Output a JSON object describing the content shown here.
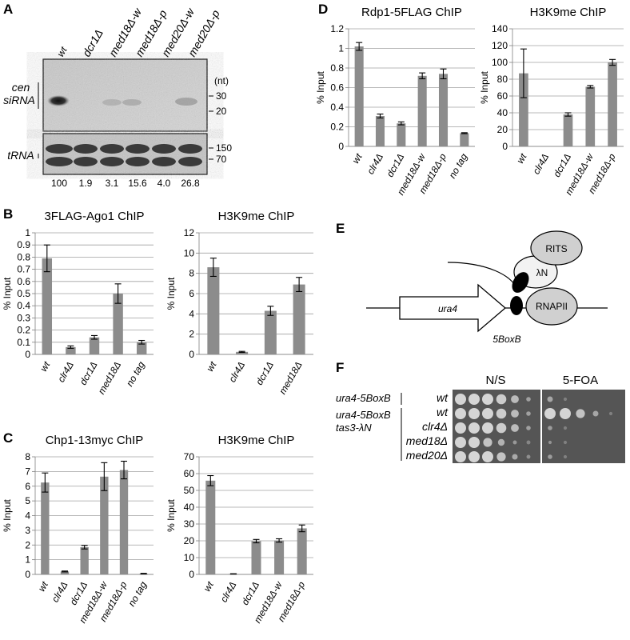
{
  "panelA": {
    "letter": "A",
    "lanes": [
      "wt",
      "dcr1Δ",
      "med18Δ-w",
      "med18Δ-p",
      "med20Δ-w",
      "med20Δ-p"
    ],
    "cen_label": "cen\nsiRNA",
    "trna_label": "tRNA",
    "nt_label": "(nt)",
    "size_markers_top": [
      "30",
      "20"
    ],
    "size_markers_bottom": [
      "150",
      "70"
    ],
    "quant": [
      "100",
      "1.9",
      "3.1",
      "15.6",
      "4.0",
      "26.8"
    ]
  },
  "panelE": {
    "letter": "E",
    "labels": {
      "rits": "RITS",
      "lambda": "λN",
      "rnapii": "RNAPII",
      "ura4": "ura4",
      "box": "5BoxB"
    }
  },
  "panelF": {
    "letter": "F",
    "headers": [
      "N/S",
      "5-FOA"
    ],
    "strain_group1": "ura4-5BoxB",
    "strain_group2": [
      "ura4-5BoxB",
      "tas3-λN"
    ],
    "rows": [
      "wt",
      "wt",
      "clr4Δ",
      "med18Δ",
      "med20Δ"
    ]
  },
  "chart_data": [
    {
      "id": "B1",
      "panel": "B",
      "type": "bar",
      "title": "3FLAG-Ago1 ChIP",
      "ylabel": "% Input",
      "categories": [
        "wt",
        "clr4Δ",
        "dcr1Δ",
        "med18Δ",
        "no tag"
      ],
      "values": [
        0.79,
        0.06,
        0.14,
        0.5,
        0.1
      ],
      "errors": [
        0.11,
        0.01,
        0.015,
        0.08,
        0.015
      ],
      "ylim": [
        0,
        1
      ],
      "yticks": [
        0,
        0.1,
        0.2,
        0.3,
        0.4,
        0.5,
        0.6,
        0.7,
        0.8,
        0.9,
        1
      ],
      "grid": true
    },
    {
      "id": "B2",
      "type": "bar",
      "title": "H3K9me ChIP",
      "ylabel": "% Input",
      "categories": [
        "wt",
        "clr4Δ",
        "dcr1Δ",
        "med18Δ"
      ],
      "values": [
        8.6,
        0.25,
        4.3,
        6.9
      ],
      "errors": [
        0.9,
        0.05,
        0.45,
        0.7
      ],
      "ylim": [
        0,
        12
      ],
      "yticks": [
        0,
        2,
        4,
        6,
        8,
        10,
        12
      ],
      "grid": true
    },
    {
      "id": "C1",
      "panel": "C",
      "type": "bar",
      "title": "Chp1-13myc ChIP",
      "ylabel": "% Input",
      "categories": [
        "wt",
        "clr4Δ",
        "dcr1Δ",
        "med18Δ-w",
        "med18Δ-p",
        "no tag"
      ],
      "values": [
        6.25,
        0.2,
        1.85,
        6.65,
        7.1,
        0.05
      ],
      "errors": [
        0.65,
        0.03,
        0.12,
        0.95,
        0.6,
        0.02
      ],
      "ylim": [
        0,
        8
      ],
      "yticks": [
        0,
        1,
        2,
        3,
        4,
        5,
        6,
        7,
        8
      ],
      "grid": true
    },
    {
      "id": "C2",
      "type": "bar",
      "title": "H3K9me ChIP",
      "ylabel": "% Input",
      "categories": [
        "wt",
        "clr4Δ",
        "dcr1Δ",
        "med18Δ-w",
        "med18Δ-p"
      ],
      "values": [
        55.8,
        0.3,
        19.8,
        20.2,
        27.4
      ],
      "errors": [
        3.0,
        0.1,
        1.0,
        1.0,
        2.0
      ],
      "ylim": [
        0,
        70
      ],
      "yticks": [
        0,
        10,
        20,
        30,
        40,
        50,
        60,
        70
      ],
      "grid": true
    },
    {
      "id": "D1",
      "panel": "D",
      "type": "bar",
      "title": "Rdp1-5FLAG ChIP",
      "ylabel": "% Input",
      "categories": [
        "wt",
        "clr4Δ",
        "dcr1Δ",
        "med18Δ-w",
        "med18Δ-p",
        "no tag"
      ],
      "values": [
        1.02,
        0.31,
        0.235,
        0.72,
        0.74,
        0.135
      ],
      "errors": [
        0.04,
        0.02,
        0.015,
        0.03,
        0.05,
        0.005
      ],
      "ylim": [
        0,
        1.2
      ],
      "yticks": [
        0,
        0.2,
        0.4,
        0.6,
        0.8,
        1,
        1.2
      ],
      "grid": true
    },
    {
      "id": "D2",
      "type": "bar",
      "title": "H3K9me ChIP",
      "ylabel": "% Input",
      "categories": [
        "wt",
        "clr4Δ",
        "dcr1Δ",
        "med18Δ-w",
        "med18Δ-p"
      ],
      "values": [
        87,
        0,
        38,
        71,
        100
      ],
      "errors": [
        29,
        0,
        2,
        1.5,
        3.5
      ],
      "ylim": [
        0,
        140
      ],
      "yticks": [
        0,
        20,
        40,
        60,
        80,
        100,
        120,
        140
      ],
      "grid": true
    }
  ]
}
